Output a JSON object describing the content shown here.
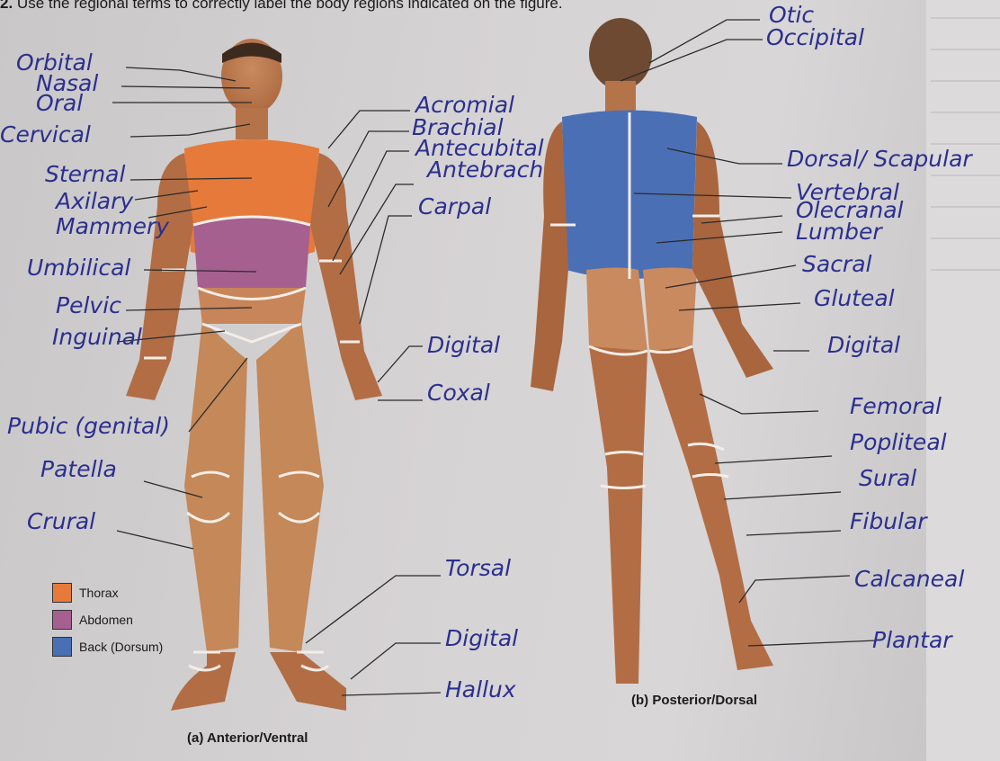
{
  "header": {
    "number": "2.",
    "text": "Use the regional terms to correctly label the body regions indicated on the figure."
  },
  "legend": [
    {
      "label": "Thorax",
      "color": "#e57a3a"
    },
    {
      "label": "Abdomen",
      "color": "#a56090"
    },
    {
      "label": "Back (Dorsum)",
      "color": "#4b6fb5"
    }
  ],
  "captions": {
    "anterior": "(a) Anterior/Ventral",
    "posterior": "(b) Posterior/Dorsal"
  },
  "labels_anterior_left": [
    "Orbital",
    "Nasal",
    "Oral",
    "Cervical",
    "Sternal",
    "Axilary",
    "Mammery",
    "Umbilical",
    "Pelvic",
    "Inguinal",
    "Pubic (genital)",
    "Patella",
    "Crural"
  ],
  "labels_anterior_right": [
    "Acromial",
    "Brachial",
    "Antecubital",
    "Antebrach",
    "Carpal",
    "Digital",
    "Coxal",
    "Torsal",
    "Digital",
    "Hallux"
  ],
  "labels_posterior_right": [
    "Otic",
    "Occipital",
    "Dorsal/ Scapular",
    "Vertebral",
    "Olecranal",
    "Lumber",
    "Sacral",
    "Gluteal",
    "Digital",
    "Femoral",
    "Popliteal",
    "Sural",
    "Fibular",
    "Calcaneal",
    "Plantar"
  ],
  "ink_color": "#2b2f8f"
}
